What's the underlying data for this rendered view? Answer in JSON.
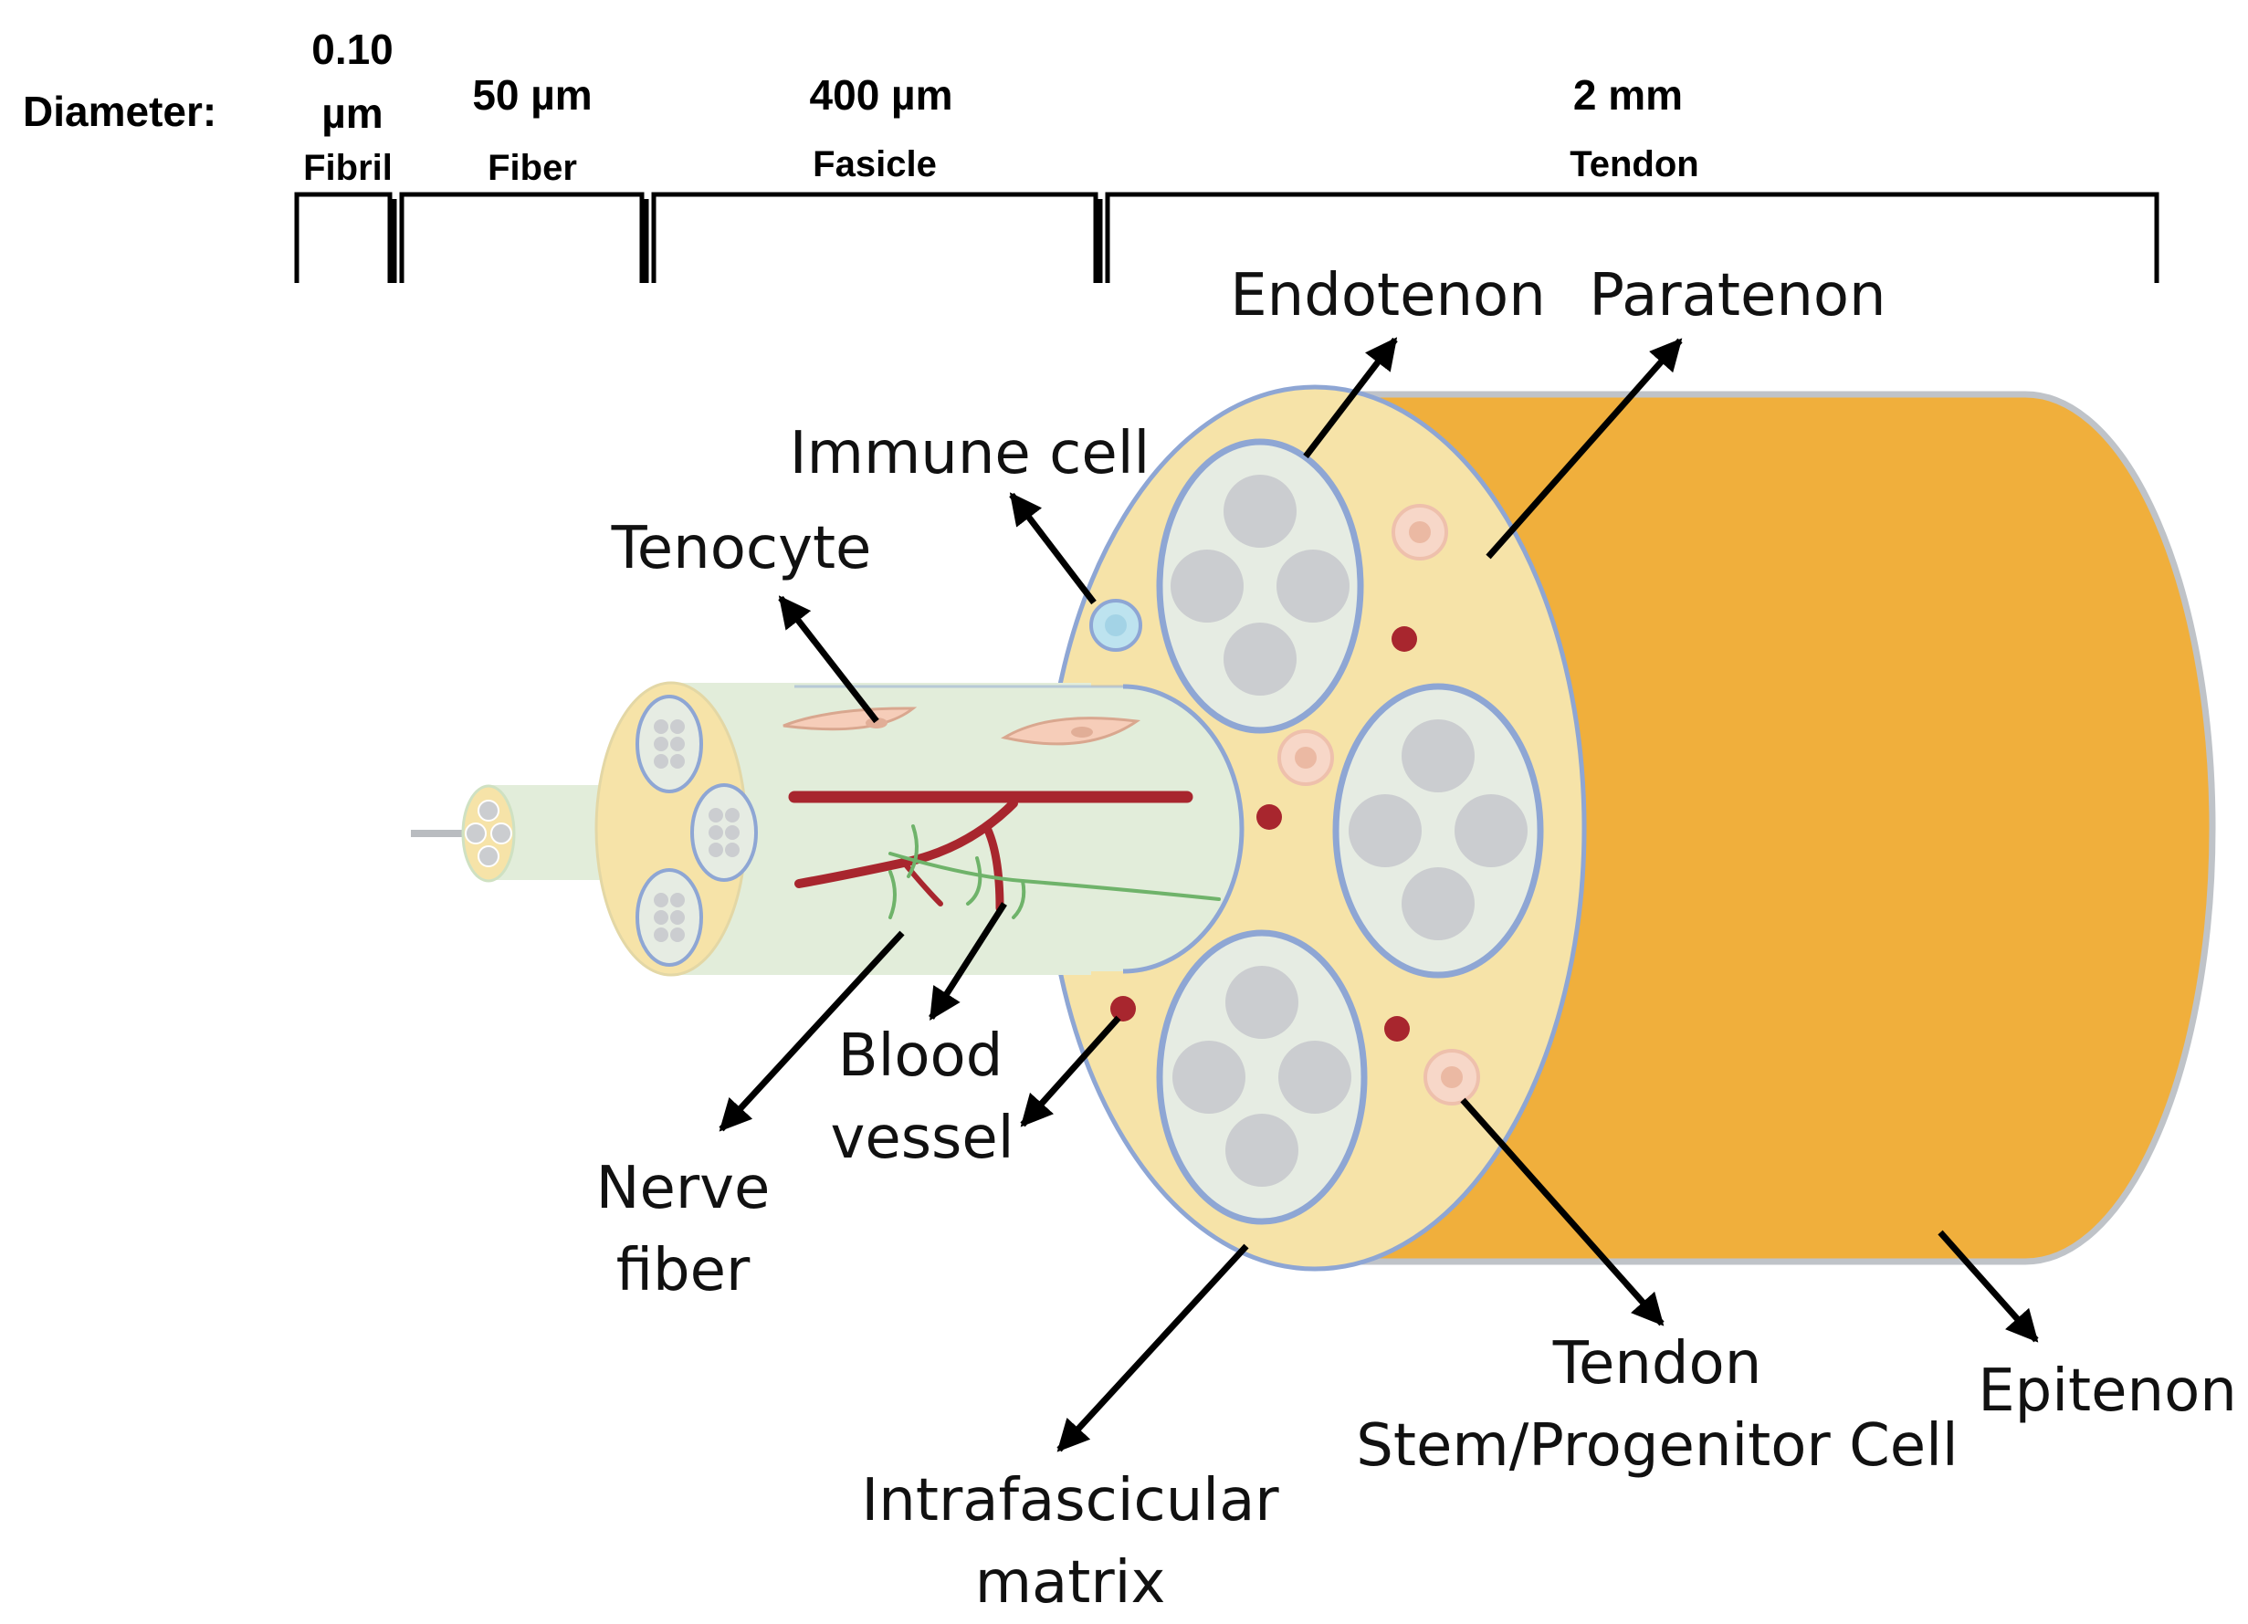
{
  "scale": {
    "prefix": "Diameter:",
    "levels": [
      {
        "size_line1": "0.10",
        "size_line2": "µm",
        "name": "Fibril"
      },
      {
        "size": "50 µm",
        "name": "Fiber"
      },
      {
        "size": "400 µm",
        "name": "Fasicle"
      },
      {
        "size": "2 mm",
        "name": "Tendon"
      }
    ]
  },
  "labels": {
    "endotenon": "Endotenon",
    "paratenon": "Paratenon",
    "immune_cell": "Immune cell",
    "tenocyte": "Tenocyte",
    "blood_vessel": [
      "Blood",
      "vessel"
    ],
    "nerve_fiber": [
      "Nerve",
      "fiber"
    ],
    "intrafascicular_matrix": [
      "Intrafascicular",
      "matrix"
    ],
    "tspc": [
      "Tendon",
      "Stem/Progenitor Cell"
    ],
    "epitenon": "Epitenon"
  },
  "colors": {
    "tendon_orange": "#F0AF3C",
    "matrix_yellow": "#F6E3A8",
    "fascicle_green": "#E2EDDA",
    "fiber_blue_outline": "#8EA6D4",
    "fibril_gray": "#CBCDD0",
    "vessel_red": "#A8262E",
    "nerve_green": "#6FB36A",
    "tenocyte_pink": "#F6CDB9",
    "immune_blue": "#BDE3EF",
    "arrow": "#000000"
  }
}
